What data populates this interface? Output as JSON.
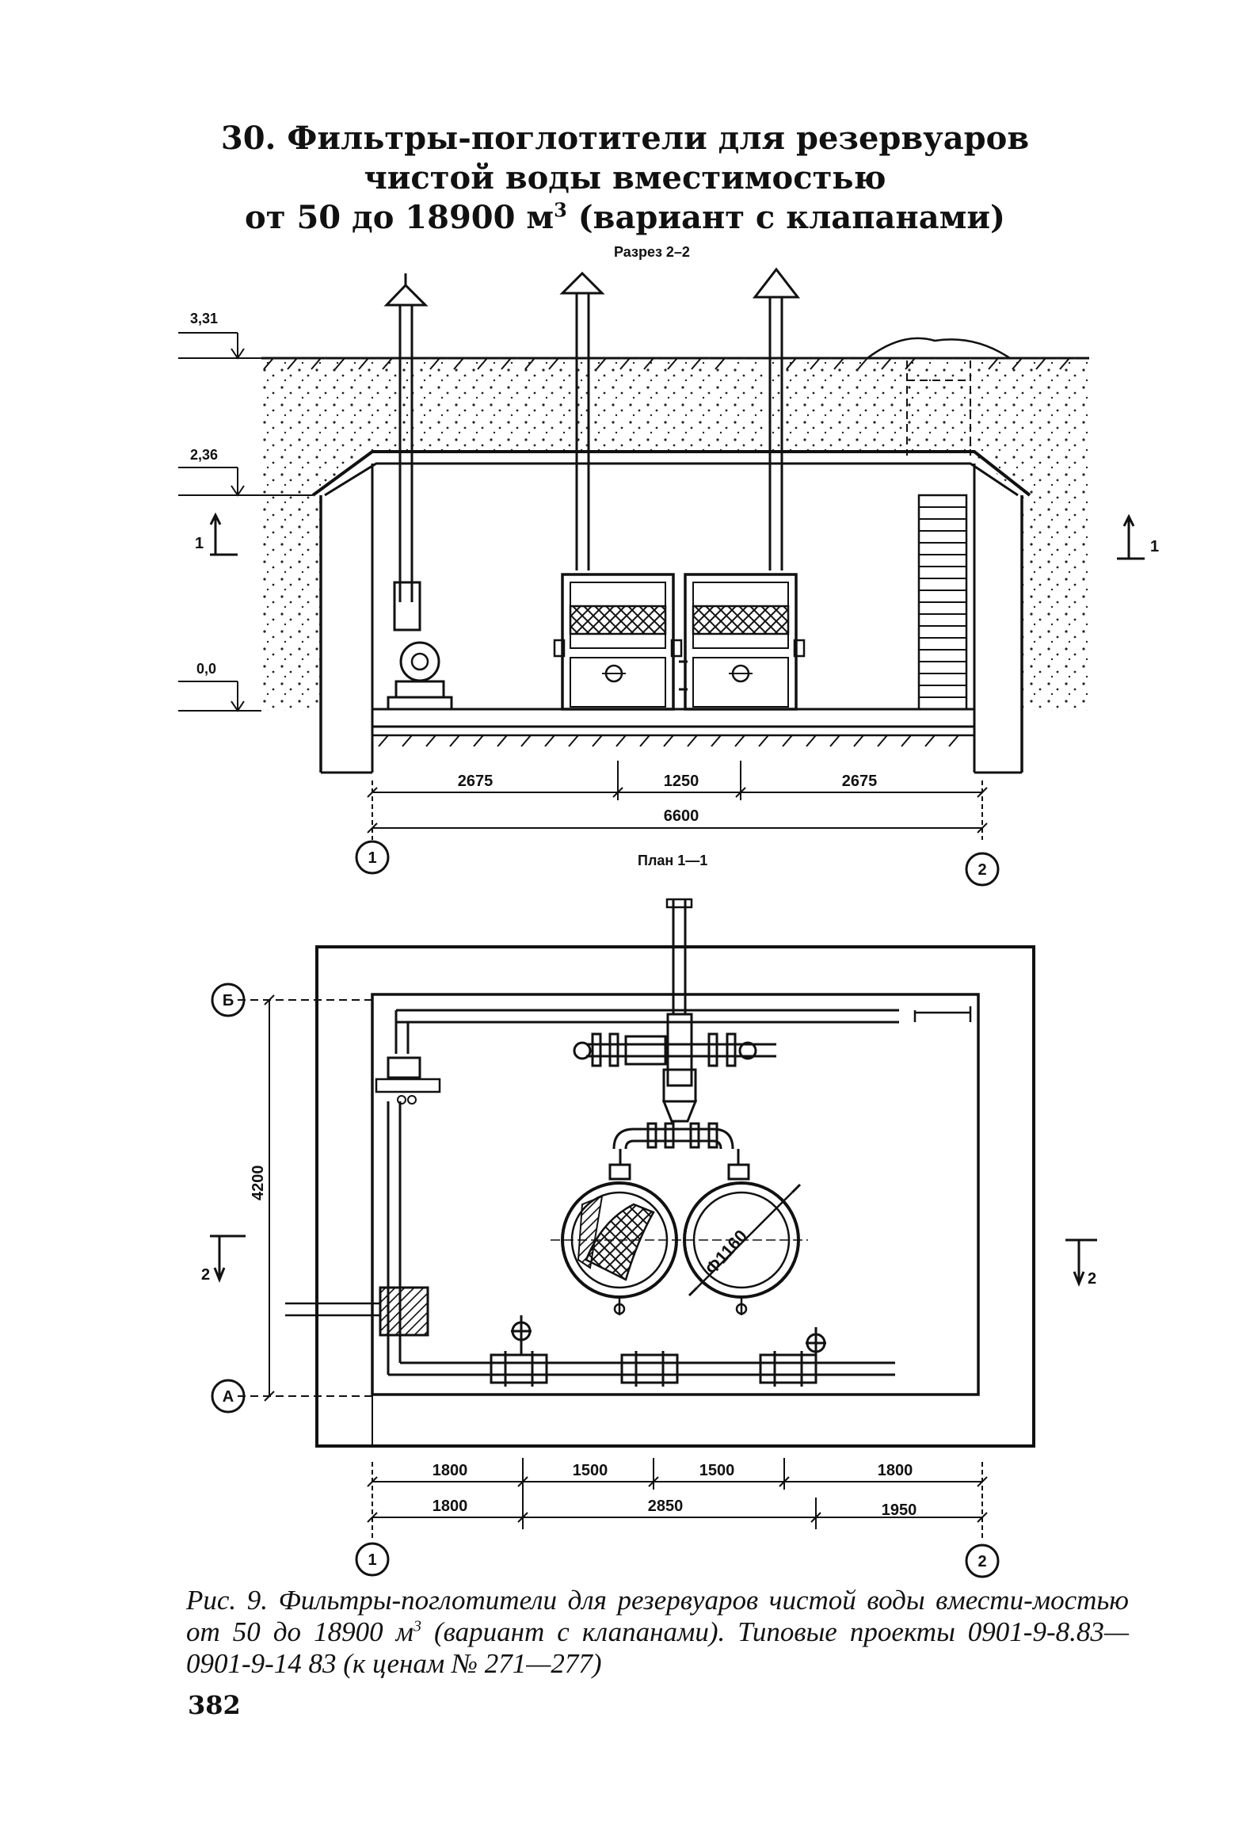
{
  "title": {
    "number": "30.",
    "line1": "Фильтры-поглотители для резервуаров",
    "line2": "чистой воды вместимостью",
    "line3_pre": "от 50 до 18900 м",
    "line3_sup": "3",
    "line3_post": " (вариант с клапанами)"
  },
  "section": {
    "label": "Разрез 2–2",
    "levels": [
      "3,31",
      "2,36",
      "0,0"
    ],
    "marker_left": "1",
    "marker_right": "1",
    "dims_row1": [
      "2675",
      "1250",
      "2675"
    ],
    "dims_row2": [
      "6600"
    ],
    "axis_left": "1",
    "axis_right": "2"
  },
  "plan": {
    "label": "План   1—1",
    "axis_top": "Б",
    "axis_bottom": "А",
    "height_dim": "4200",
    "diameter": "Ф1160",
    "marker_left": "2",
    "marker_right": "2",
    "dims_row1": [
      "1800",
      "1500",
      "1500",
      "1800"
    ],
    "dims_row2": [
      "1800",
      "2850",
      "1950"
    ],
    "axis_left": "1",
    "axis_right": "2"
  },
  "caption": {
    "pre": "Рис. 9. Фильтры-поглотители для резервуаров чистой воды вмести-мостью от 50 до 18900 м",
    "sup": "3",
    "post": " (вариант с клапанами). Типовые проекты 0901-9-8.83—0901-9-14 83 (к ценам № 271—277)"
  },
  "page_number": "382"
}
